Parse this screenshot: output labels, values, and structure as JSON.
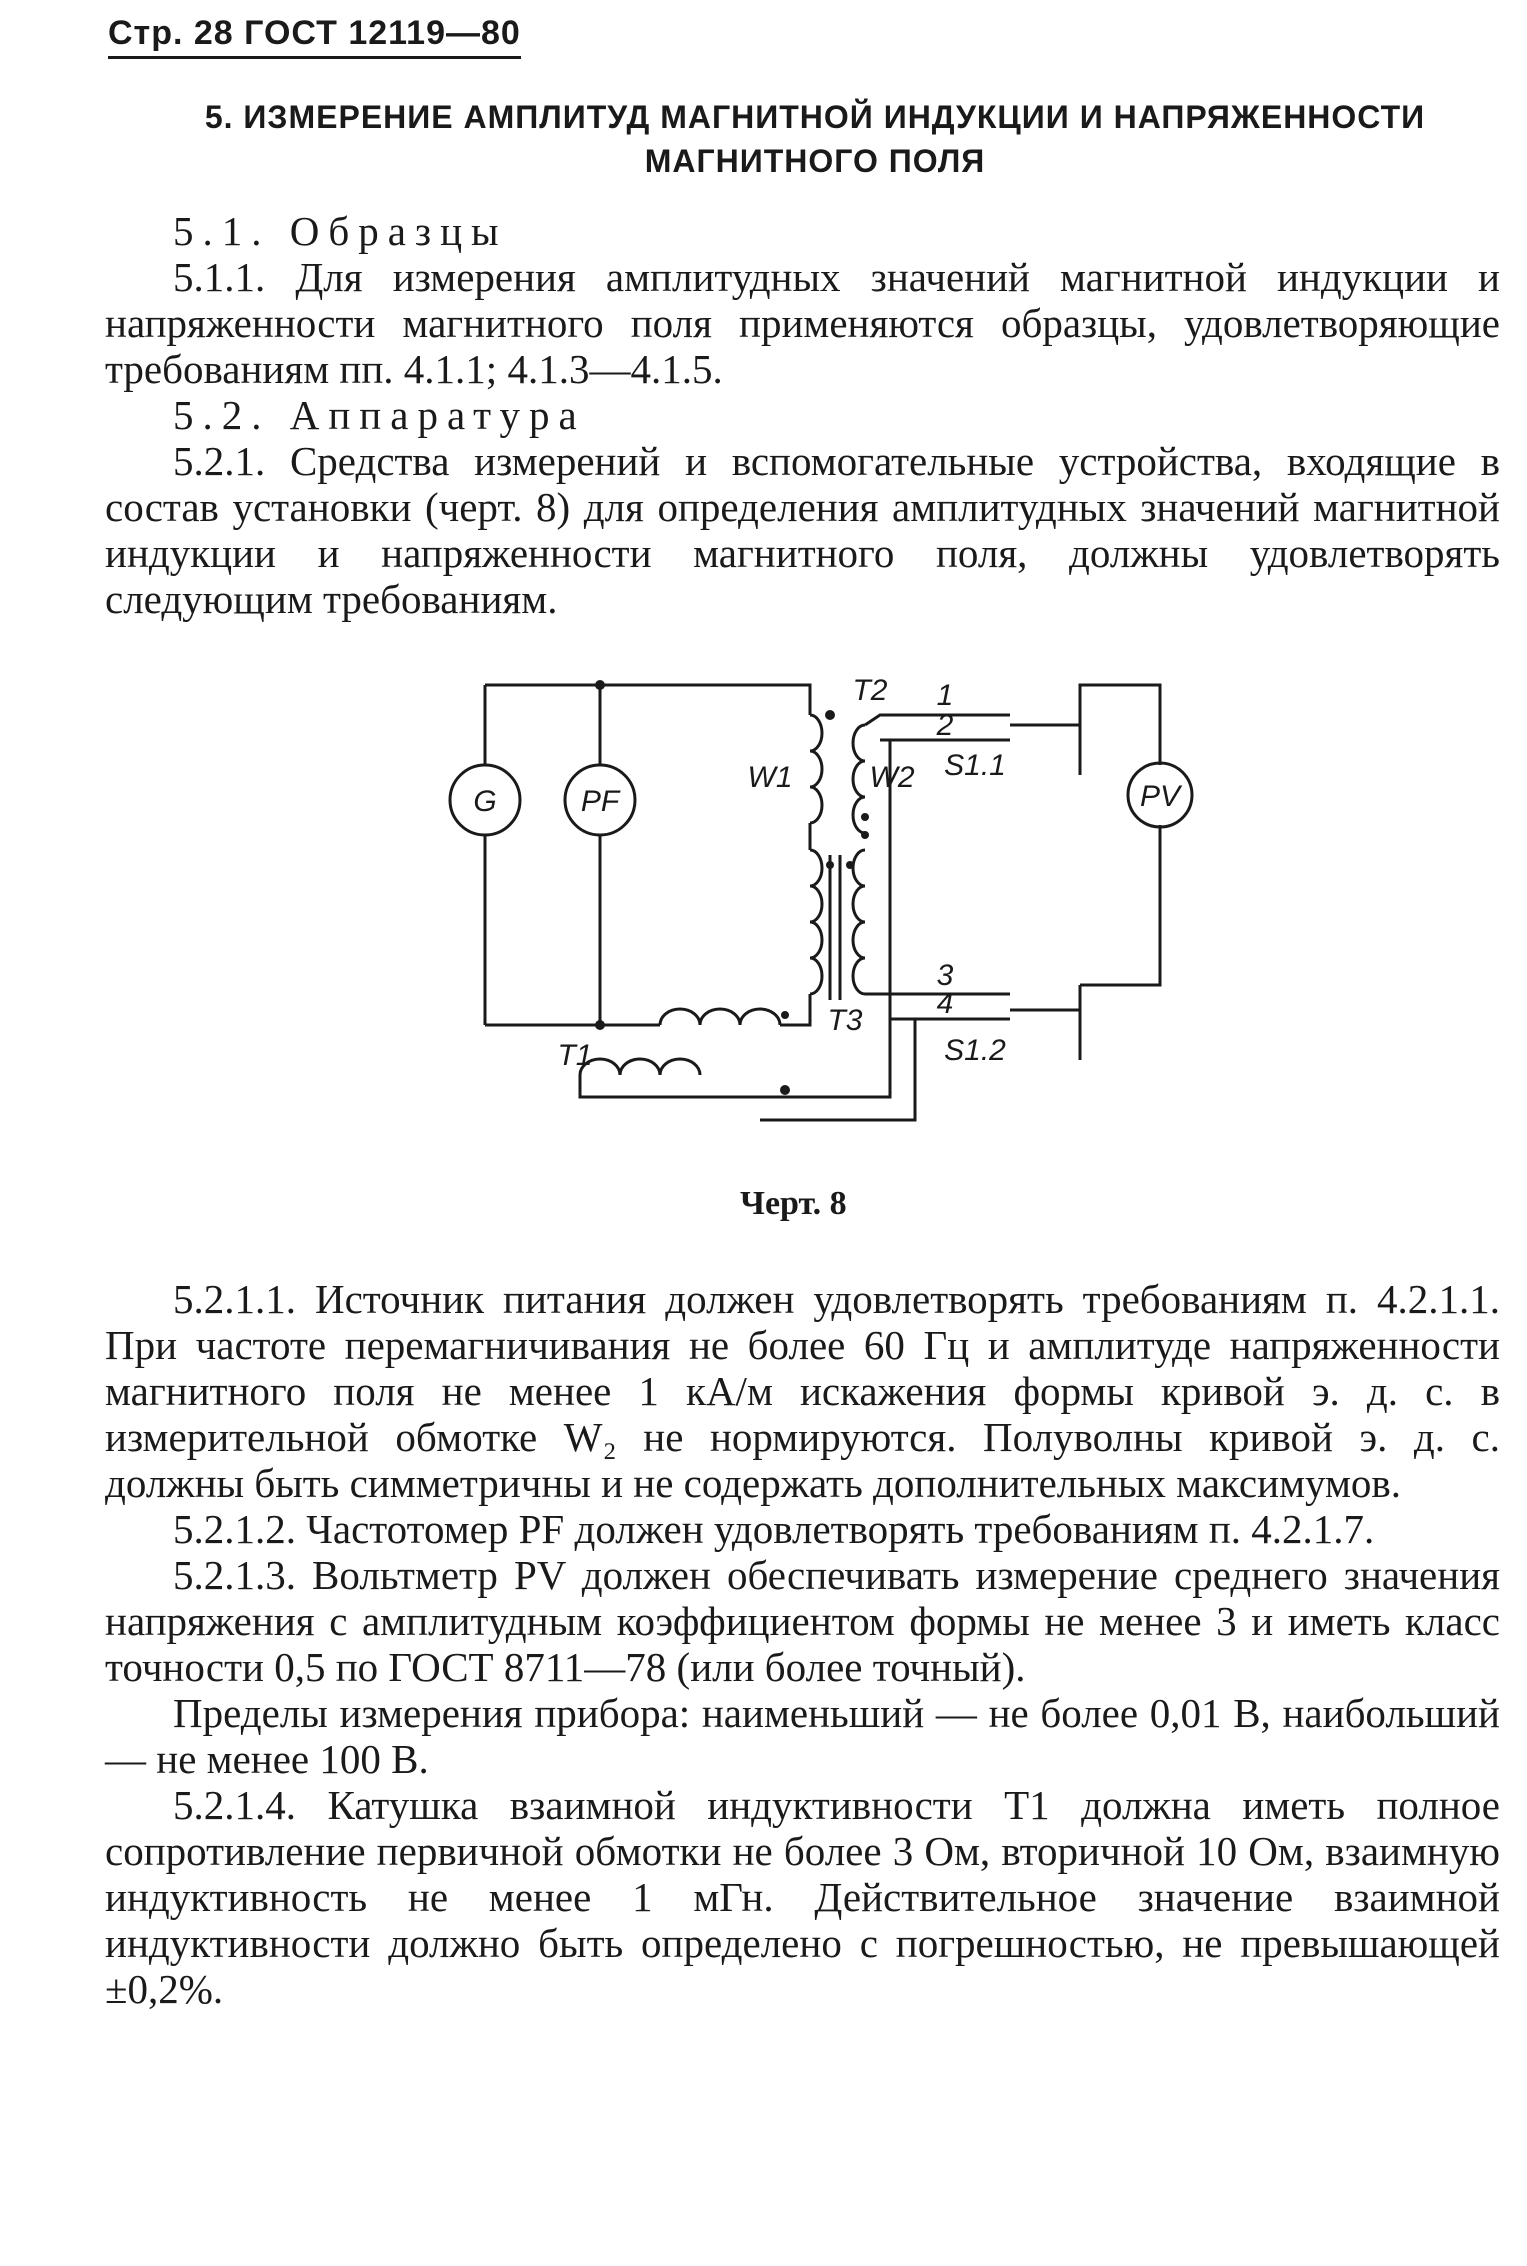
{
  "header": {
    "text": "Стр. 28 ГОСТ 12119—80"
  },
  "section": {
    "title": "5. ИЗМЕРЕНИЕ АМПЛИТУД МАГНИТНОЙ ИНДУКЦИИ И НАПРЯЖЕННОСТИ МАГНИТНОГО ПОЛЯ"
  },
  "paragraphs": {
    "p51": "5.1. Образцы",
    "p511": "5.1.1. Для измерения амплитудных значений магнитной индукции и напряженности магнитного поля применяются образцы, удовлетворяющие требованиям пп. 4.1.1; 4.1.3—4.1.5.",
    "p52": "5.2. Аппаратура",
    "p521": "5.2.1. Средства измерений и вспомогательные устройства, входящие в состав установки (черт. 8) для определения амплитудных значений магнитной индукции и напряженности магнитного поля, должны удовлетворять следующим требованиям.",
    "p5211": "5.2.1.1. Источник питания должен удовлетворять требованиям п. 4.2.1.1. При частоте перемагничивания не более 60 Гц и амплитуде напряженности магнитного поля не менее 1 кА/м искажения формы кривой э. д. с. в измерительной обмотке W₂ не нормируются. Полуволны кривой э. д. с. должны быть симметричны и не содержать дополнительных максимумов.",
    "p5212": "5.2.1.2. Частотомер PF должен удовлетворять требованиям п. 4.2.1.7.",
    "p5213": "5.2.1.3. Вольтметр PV должен обеспечивать измерение среднего значения напряжения с амплитудным коэффициентом формы не менее 3 и иметь класс точности 0,5 по ГОСТ 8711—78 (или более точный).",
    "p5213b": "Пределы измерения прибора: наименьший — не более 0,01 В, наибольший — не менее 100 В.",
    "p5214": "5.2.1.4. Катушка взаимной индуктивности T1 должна иметь полное сопротивление первичной обмотки не более 3 Ом, вторичной 10 Ом, взаимную индуктивность не менее 1 мГн. Действительное значение взаимной индуктивности должно быть определено с погрешностью, не превышающей ±0,2%."
  },
  "diagram": {
    "labels": {
      "g": "G",
      "pf": "PF",
      "pv": "PV",
      "t1": "T1",
      "t2": "T2",
      "t3": "T3",
      "w1": "W1",
      "w2": "W2",
      "n1": "1",
      "n2": "2",
      "n3": "3",
      "n4": "4",
      "s11": "S1.1",
      "s12": "S1.2"
    },
    "caption": "Черт. 8"
  }
}
